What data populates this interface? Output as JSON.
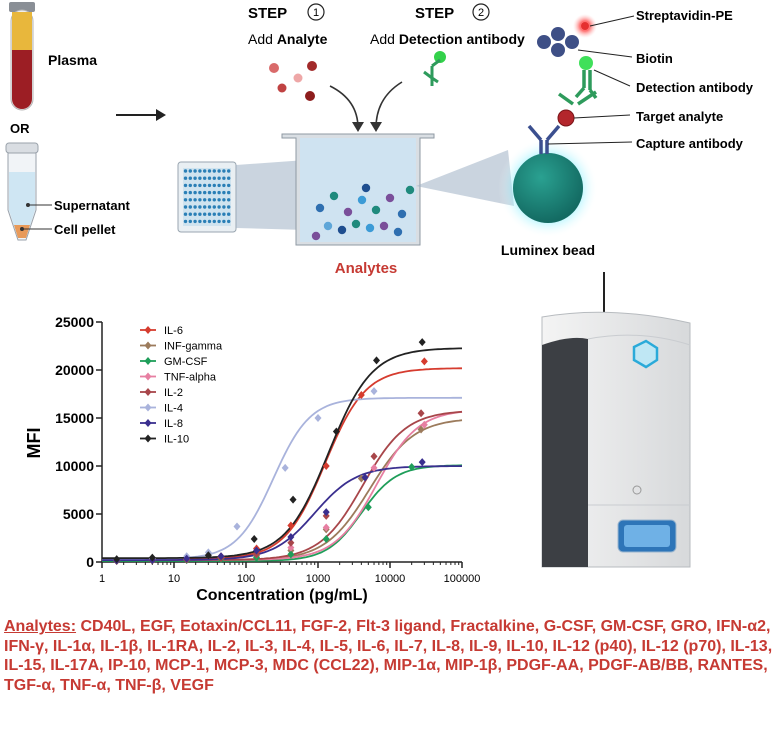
{
  "sample": {
    "plasma_label": "Plasma",
    "or_label": "OR",
    "supernatant_label": "Supernatant",
    "pellet_label": "Cell pellet"
  },
  "steps": [
    {
      "word": "STEP",
      "number": "1",
      "verb": "Add",
      "object": "Analyte"
    },
    {
      "word": "STEP",
      "number": "2",
      "verb": "Add",
      "object": "Detection antibody"
    }
  ],
  "analytes_caption": "Analytes",
  "bead": {
    "labels": [
      "Streptavidin-PE",
      "Biotin",
      "Detection antibody",
      "Target analyte",
      "Capture antibody"
    ],
    "bead_label": "Luminex bead"
  },
  "colors": {
    "analyte_red": "#c63a33",
    "plasma_red": "#9c1e24",
    "bead_teal": "#1f8a7d",
    "antibody_green": "#2e9b5c",
    "capture_blue": "#3b4f8f"
  },
  "chart_data": {
    "type": "scatter",
    "xlabel": "Concentration (pg/mL)",
    "ylabel": "MFI",
    "xscale": "log",
    "xlim": [
      1,
      100000
    ],
    "ylim": [
      0,
      25000
    ],
    "x_ticks": [
      "1",
      "10",
      "100",
      "1000",
      "10000",
      "100000"
    ],
    "y_ticks": [
      "0",
      "5000",
      "10000",
      "15000",
      "20000",
      "25000"
    ],
    "legend_position": "top-left",
    "series": [
      {
        "name": "IL-6",
        "color": "#d63c2f",
        "marker": "diamond",
        "x": [
          1.6,
          5,
          15,
          45,
          140,
          420,
          1300,
          4000,
          30000
        ],
        "y": [
          200,
          250,
          350,
          600,
          1400,
          3800,
          10000,
          17400,
          20900
        ],
        "fit": {
          "bottom": 300,
          "top": 20200,
          "ec50": 1250,
          "slope": 1.55
        }
      },
      {
        "name": "INF-gamma",
        "color": "#9c7b5c",
        "marker": "diamond",
        "x": [
          1.6,
          5,
          15,
          45,
          140,
          420,
          1300,
          4000,
          27000
        ],
        "y": [
          150,
          200,
          250,
          400,
          650,
          1200,
          3400,
          8700,
          13800
        ],
        "fit": {
          "bottom": 150,
          "top": 15000,
          "ec50": 5200,
          "slope": 1.4
        }
      },
      {
        "name": "GM-CSF",
        "color": "#1f9e5a",
        "marker": "diamond",
        "x": [
          1.6,
          5,
          15,
          45,
          140,
          420,
          1300,
          5000,
          20000
        ],
        "y": [
          100,
          150,
          200,
          300,
          450,
          800,
          2400,
          5700,
          9900
        ],
        "fit": {
          "bottom": 100,
          "top": 10100,
          "ec50": 4000,
          "slope": 1.8
        }
      },
      {
        "name": "TNF-alpha",
        "color": "#e77fa2",
        "marker": "diamond",
        "x": [
          1.6,
          5,
          15,
          45,
          140,
          420,
          1300,
          6000,
          30000
        ],
        "y": [
          150,
          200,
          300,
          500,
          800,
          1500,
          3600,
          9800,
          14300
        ],
        "fit": {
          "bottom": 200,
          "top": 15900,
          "ec50": 6500,
          "slope": 1.5
        }
      },
      {
        "name": "IL-2",
        "color": "#a8464a",
        "marker": "diamond",
        "x": [
          1.6,
          5,
          15,
          45,
          140,
          420,
          1300,
          6000,
          27000
        ],
        "y": [
          100,
          150,
          250,
          400,
          800,
          2000,
          4800,
          11000,
          15500
        ],
        "fit": {
          "bottom": 200,
          "top": 15800,
          "ec50": 4200,
          "slope": 1.45
        }
      },
      {
        "name": "IL-4",
        "color": "#a9b3dc",
        "marker": "diamond",
        "x": [
          1.6,
          5,
          15,
          30,
          75,
          350,
          1000,
          6000
        ],
        "y": [
          250,
          350,
          600,
          1000,
          3700,
          9800,
          15000,
          17800
        ],
        "fit": {
          "bottom": 300,
          "top": 17100,
          "ec50": 240,
          "slope": 1.7
        }
      },
      {
        "name": "IL-8",
        "color": "#3a2f8f",
        "marker": "diamond",
        "x": [
          1.6,
          5,
          15,
          45,
          140,
          420,
          1300,
          4500,
          28000
        ],
        "y": [
          150,
          200,
          350,
          600,
          1200,
          2600,
          5200,
          8800,
          10400
        ],
        "fit": {
          "bottom": 200,
          "top": 10000,
          "ec50": 900,
          "slope": 1.5
        }
      },
      {
        "name": "IL-10",
        "color": "#222222",
        "marker": "diamond",
        "x": [
          1.6,
          5,
          30,
          130,
          450,
          1800,
          6500,
          28000
        ],
        "y": [
          300,
          450,
          700,
          2400,
          6500,
          13600,
          21000,
          22900
        ],
        "fit": {
          "bottom": 400,
          "top": 22300,
          "ec50": 1400,
          "slope": 1.45
        }
      }
    ]
  },
  "analytes_list": {
    "heading": "Analytes:",
    "text": "CD40L, EGF, Eotaxin/CCL11, FGF-2, Flt-3 ligand, Fractalkine, G-CSF, GM-CSF, GRO, IFN-α2, IFN-γ, IL-1α, IL-1β, IL-1RA, IL-2, IL-3, IL-4, IL-5, IL-6, IL-7, IL-8, IL-9, IL-10, IL-12 (p40), IL-12 (p70), IL-13, IL-15, IL-17A, IP-10, MCP-1, MCP-3, MDC (CCL22), MIP-1α, MIP-1β, PDGF-AA, PDGF-AB/BB, RANTES, TGF-α, TNF-α, TNF-β, VEGF"
  }
}
